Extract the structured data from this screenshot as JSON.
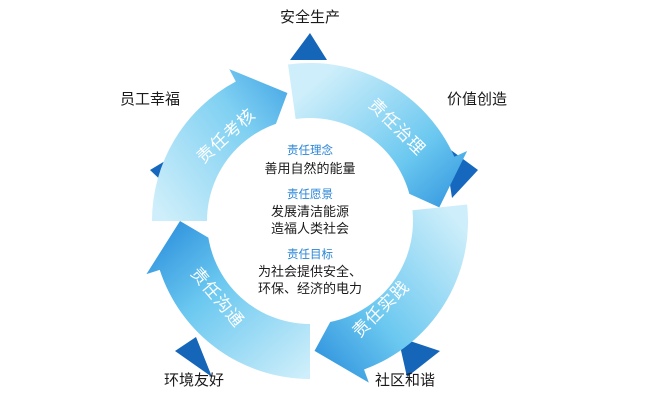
{
  "outer_labels": {
    "top": "安全生产",
    "right_top": "价值创造",
    "right_bottom": "社区和谐",
    "left_bottom": "环境友好",
    "left_top": "员工幸福"
  },
  "ring_segments": {
    "top_left": "责任考核",
    "top_right": "责任治理",
    "bottom_right": "责任实践",
    "bottom_left": "责任沟通"
  },
  "center": {
    "concept_title": "责任理念",
    "concept_text": "善用自然的能量",
    "vision_title": "责任愿景",
    "vision_line1": "发展清洁能源",
    "vision_line2": "造福人类社会",
    "goal_title": "责任目标",
    "goal_line1": "为社会提供安全、",
    "goal_line2": "环保、经济的电力"
  },
  "colors": {
    "ring_light": "#c9ecf9",
    "ring_mid": "#5cc0ee",
    "ring_dark": "#1f86d9",
    "triangle": "#1565b8",
    "heading": "#2a86d6"
  }
}
